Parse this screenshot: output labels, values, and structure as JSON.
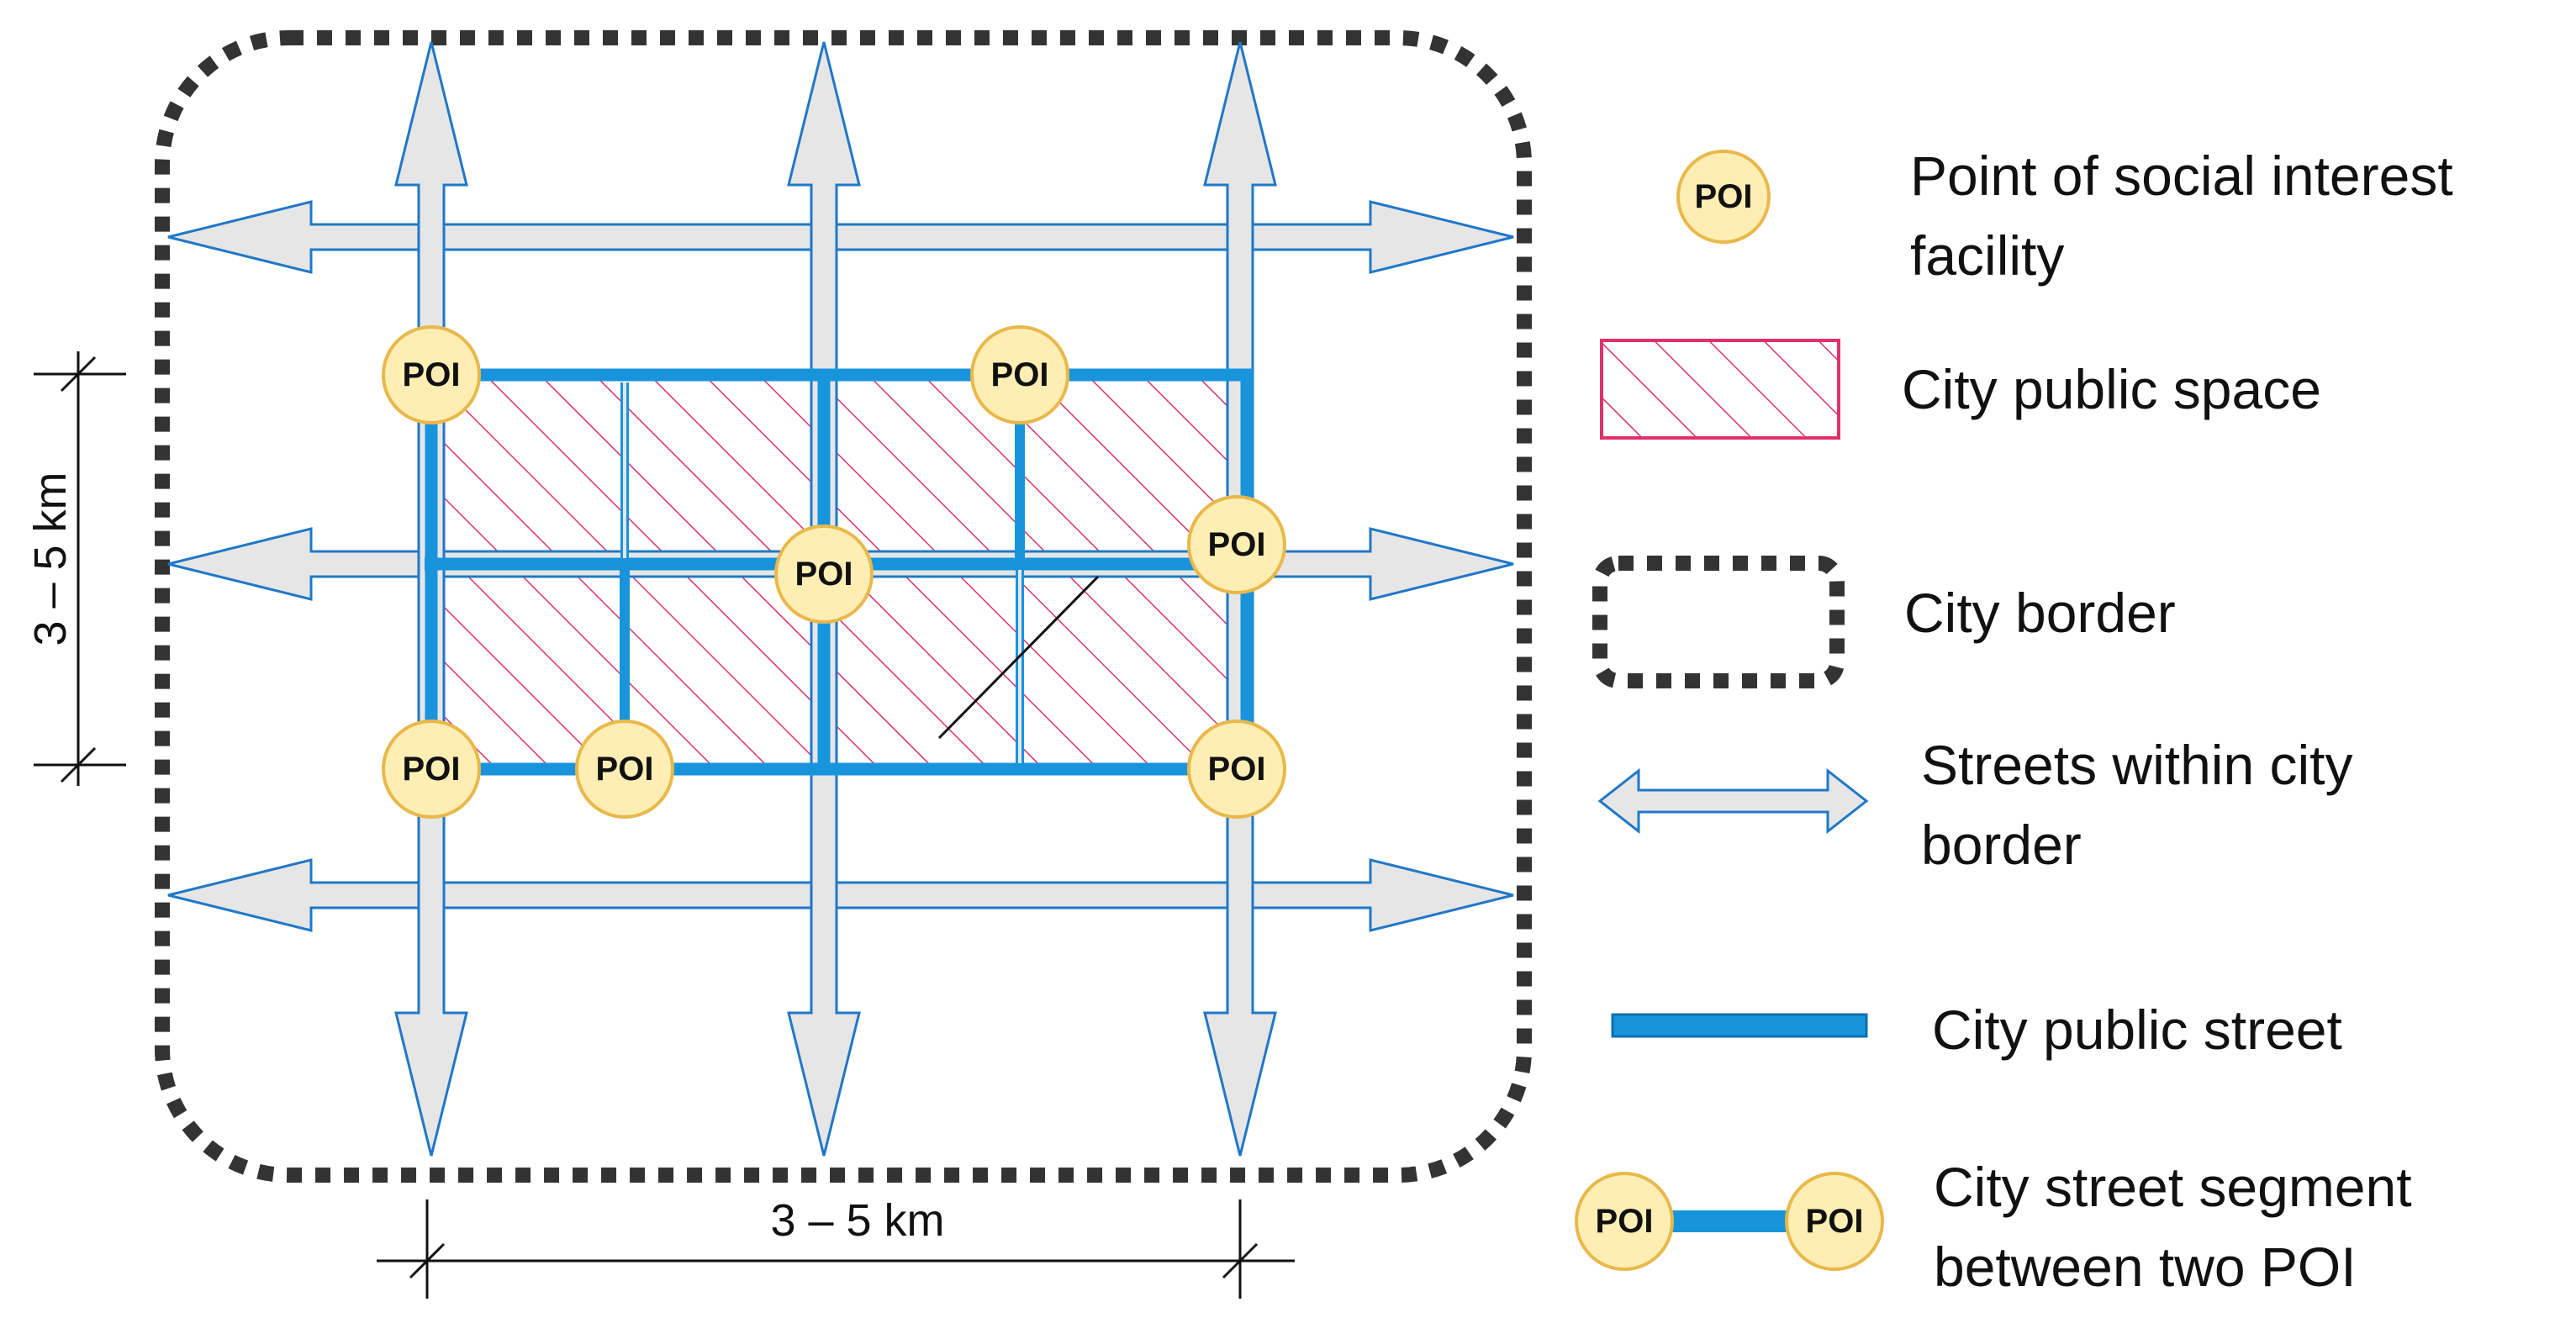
{
  "poi_label": "POI",
  "colors": {
    "border": "#333333",
    "street_fill": "#e6e6e6",
    "street_outline": "#1f78c8",
    "public_street": "#1894dc",
    "public_street_dark": "#0f6fb0",
    "poi_fill": "#ffeeb4",
    "poi_stroke": "#e8b84a",
    "hatch": "#e0306e"
  },
  "dimensions": {
    "horizontal_label": "3 – 5 km",
    "vertical_label": "3 – 5 km"
  },
  "legend": {
    "poi_lines": [
      "Point of social interest",
      "facility"
    ],
    "public_space": "City public space",
    "border": "City  border",
    "streets_lines": [
      "Streets within city",
      "border"
    ],
    "public_street": "City public street",
    "segment_lines": [
      "City street  segment",
      "between two POI"
    ]
  }
}
